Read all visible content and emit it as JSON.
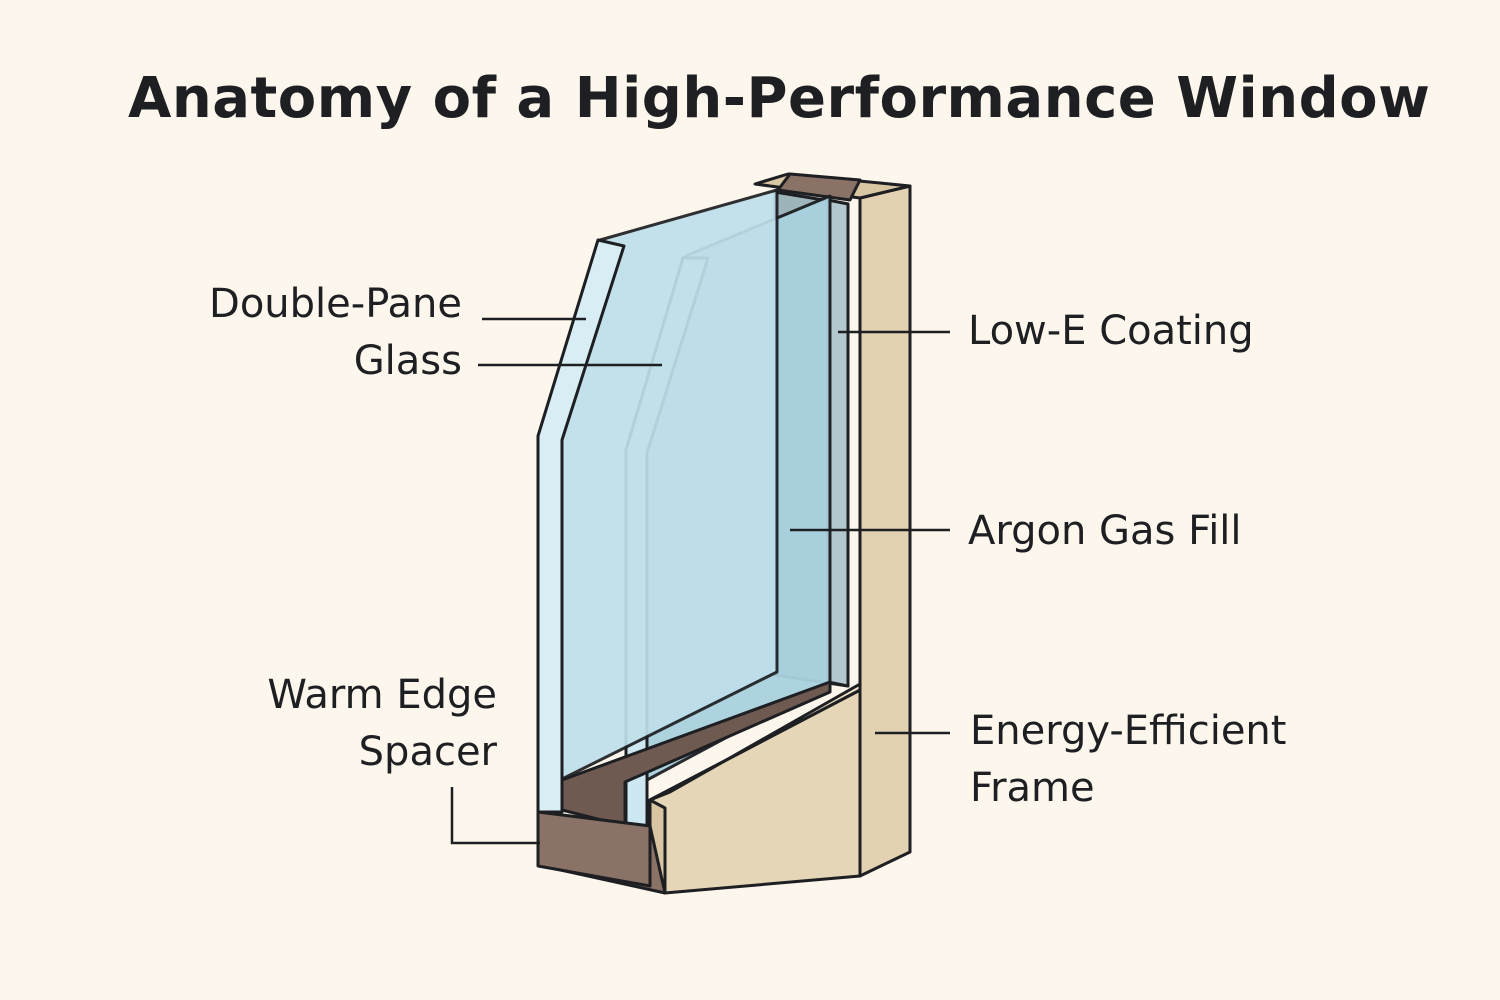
{
  "title": "Anatomy of a High-Performance Window",
  "labels": {
    "double_pane_line1": "Double-Pane",
    "double_pane_line2": "Glass",
    "low_e": "Low-E Coating",
    "argon": "Argon Gas Fill",
    "warm_edge_line1": "Warm Edge",
    "warm_edge_line2": "Spacer",
    "frame_line1": "Energy-Efficient",
    "frame_line2": "Frame"
  },
  "colors": {
    "background": "#fcf6ec",
    "glass": "#bfe0ea",
    "glass_edge": "#d8eef4",
    "frame": "#e6d6b8",
    "spacer": "#8b7266",
    "gas": "#9db4bb",
    "outline": "#1d1f22"
  }
}
